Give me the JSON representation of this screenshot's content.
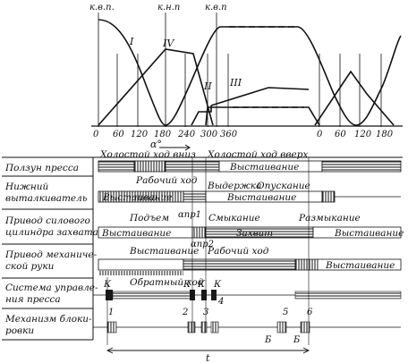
{
  "top_labels": {
    "kvp1": "к.в.п.",
    "knp": "к.н.п",
    "kvp2": "к.в.п"
  },
  "curve_labels": {
    "I": "I",
    "II": "II",
    "III": "III",
    "IV": "IV"
  },
  "axis": {
    "ticks": [
      "0",
      "60",
      "120",
      "180",
      "240",
      "300",
      "360",
      "0",
      "60",
      "120",
      "180"
    ],
    "alpha_label": "α°"
  },
  "rows": [
    {
      "label": [
        "Ползун пресса"
      ],
      "segments": [
        "Холостой ход вниз",
        "Рабочий ход",
        "Холостой ход вверх",
        "Выстаивание"
      ]
    },
    {
      "label": [
        "Нижний",
        "выталкиватель"
      ],
      "segments": [
        "Выстаивание",
        "Выдержка",
        "Опускание",
        "Выстаивание"
      ]
    },
    {
      "label": [
        "Привод силового",
        "цилиндра захвата"
      ],
      "segments": [
        "Подъем",
        "αпр1",
        "Смыкание",
        "Выстаивание",
        "Захват",
        "Размыкание",
        "Выстаивание"
      ]
    },
    {
      "label": [
        "Привод механиче-",
        "ской руки"
      ],
      "segments": [
        "αпр2",
        "Выстаивание",
        "Рабочий ход",
        "Обратный ход",
        "Выстаивание"
      ]
    },
    {
      "label": [
        "Система управле-",
        "ния пресса"
      ],
      "segments": [
        "К",
        "К",
        "К",
        "К"
      ]
    },
    {
      "label": [
        "Механизм блоки-",
        "ровки"
      ],
      "segments": [
        "1",
        "2",
        "3",
        "4",
        "5",
        "6",
        "Б",
        "Б"
      ]
    }
  ],
  "cycle_label": "t"
}
